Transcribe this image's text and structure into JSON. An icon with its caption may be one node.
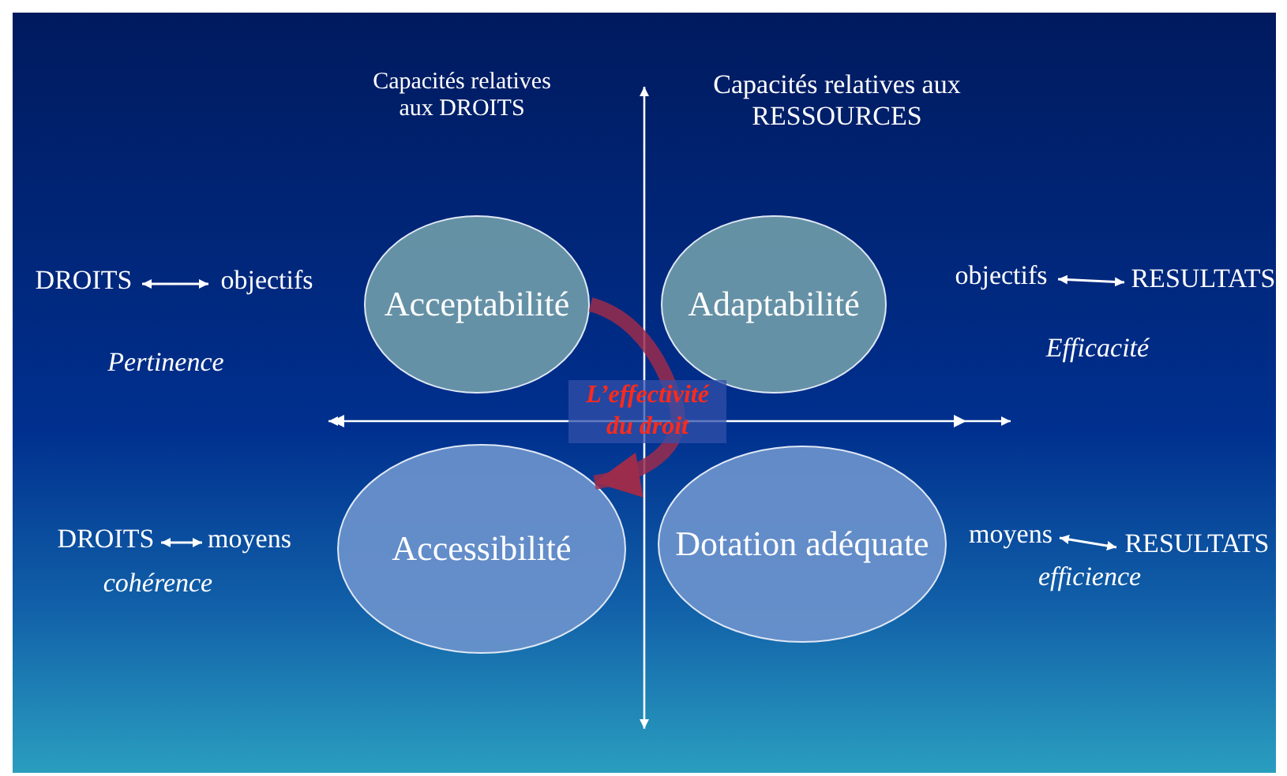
{
  "diagram": {
    "nodes": [
      {
        "text": [
          "Acceptabilité"
        ]
      },
      {
        "text": [
          "Adaptabilité"
        ]
      },
      {
        "text": [
          "Accessibilité"
        ]
      },
      {
        "text": [
          "Dotation adéquate"
        ]
      },
      {
        "text": [
          "DROITS"
        ]
      },
      {
        "text": [
          "objectifs"
        ]
      },
      {
        "text": [
          "objectifs"
        ]
      },
      {
        "text": [
          "RESULTATS"
        ]
      },
      {
        "text": [
          "DROITS"
        ]
      },
      {
        "text": [
          "moyens"
        ]
      },
      {
        "text": [
          "moyens"
        ]
      },
      {
        "text": [
          "RESULTATS"
        ]
      }
    ],
    "edges": [
      {
        "from": 0,
        "to": 2,
        "arrow": "to",
        "label": "L’effectivité du droit",
        "style": "thick",
        "color": "#9b2c4c"
      },
      {
        "from": 4,
        "to": 5,
        "arrow": "both"
      },
      {
        "from": 6,
        "to": 7,
        "arrow": "both"
      },
      {
        "from": 8,
        "to": 9,
        "arrow": "both"
      },
      {
        "from": 10,
        "to": 11,
        "arrow": "both"
      }
    ],
    "labels": [
      "Capacités relatives aux DROITS",
      "Capacités relatives aux RESSOURCES",
      "Pertinence",
      "Efficacité",
      "cohérence",
      "efficience"
    ]
  }
}
